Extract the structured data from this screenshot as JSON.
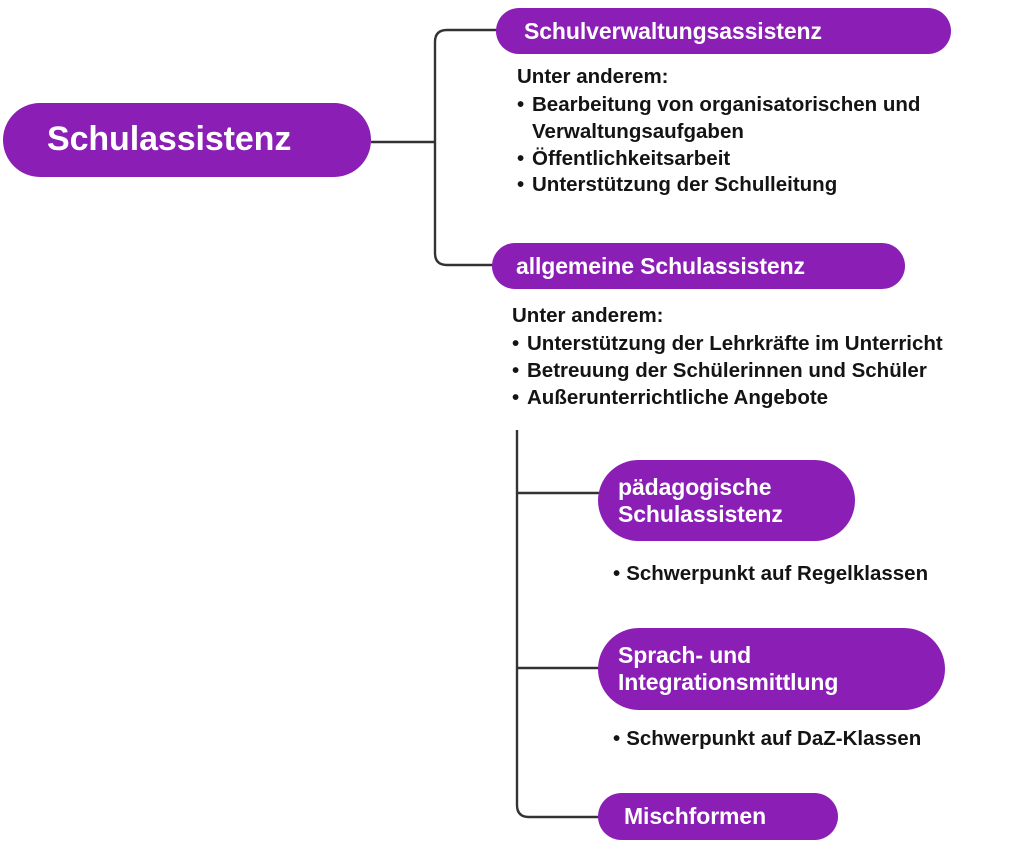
{
  "diagram": {
    "title": "Schulassistenz",
    "colors": {
      "node_fill": "#8B1EB4",
      "node_text": "#FFFFFF",
      "body_text": "#141414",
      "connector": "#333333",
      "background": "#FFFFFF"
    },
    "bullet_glyph": "•"
  },
  "root": {
    "label": "Schulassistenz"
  },
  "branches": {
    "schulverwaltungsassistenz": {
      "label": "Schulverwaltungsassistenz",
      "notes_heading": "Unter anderem:",
      "items": [
        "Bearbeitung von organisatorischen und Verwaltungsaufgaben",
        "Öffentlichkeitsarbeit",
        "Unterstützung der Schulleitung"
      ]
    },
    "allgemeine_schulassistenz": {
      "label": "allgemeine Schulassistenz",
      "notes_heading": "Unter anderem:",
      "items": [
        "Unterstützung der Lehrkräfte im Unterricht",
        "Betreuung der Schülerinnen und Schüler",
        "Außerunterrichtliche Angebote"
      ],
      "children": [
        {
          "label": "pädagogische\nSchulassistenz",
          "note": "Schwerpunkt auf Regelklassen"
        },
        {
          "label": "Sprach- und\nIntegrationsmittlung",
          "note": "Schwerpunkt auf DaZ-Klassen"
        },
        {
          "label": "Mischformen",
          "note": ""
        }
      ]
    }
  }
}
